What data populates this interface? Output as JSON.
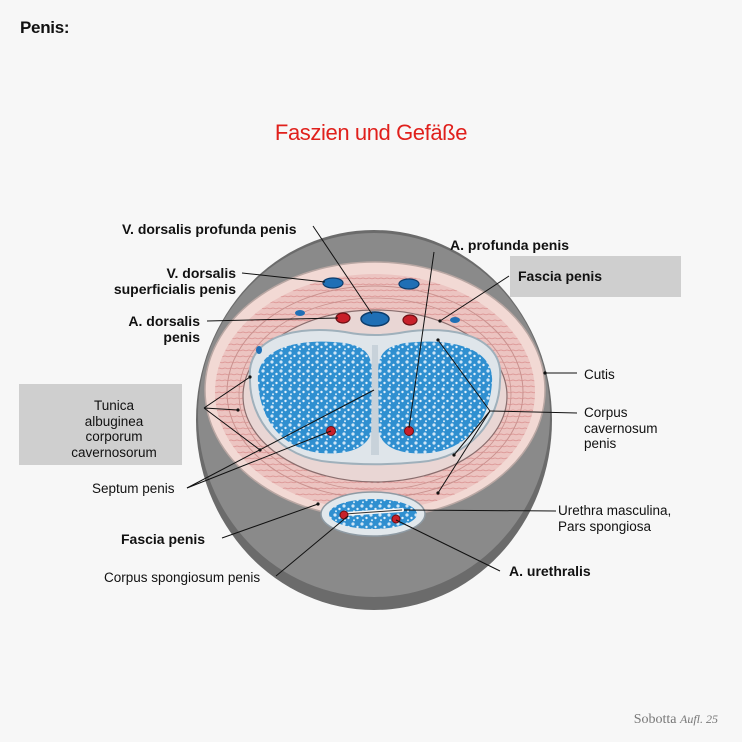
{
  "header": "Penis:",
  "title": "Faszien und Gefäße",
  "labels": {
    "v_dorsalis_profunda": "V. dorsalis profunda penis",
    "a_profunda": "A. profunda penis",
    "fascia_penis_top": "Fascia penis",
    "v_dorsalis_superficialis_1": "V. dorsalis",
    "v_dorsalis_superficialis_2": "superficialis penis",
    "a_dorsalis_1": "A. dorsalis",
    "a_dorsalis_2": "penis",
    "cutis": "Cutis",
    "tunica_1": "Tunica",
    "tunica_2": "albuginea",
    "tunica_3": "corporum",
    "tunica_4": "cavernosorum",
    "corpus_cav_1": "Corpus",
    "corpus_cav_2": "cavernosum",
    "corpus_cav_3": "penis",
    "septum": "Septum penis",
    "urethra_1": "Urethra masculina,",
    "urethra_2": "Pars spongiosa",
    "fascia_penis_bottom": "Fascia penis",
    "a_urethralis": "A. urethralis",
    "corpus_spong": "Corpus spongiosum penis"
  },
  "credit": {
    "name": "Sobotta",
    "edition": "Aufl. 25"
  },
  "colors": {
    "title": "#e0201c",
    "highlight_box": "#cfcfcf",
    "erectile_tissue": "#2f8fd0",
    "artery": "#c8202a",
    "vein": "#1f6fb5",
    "skin": "#ecc4c1"
  }
}
